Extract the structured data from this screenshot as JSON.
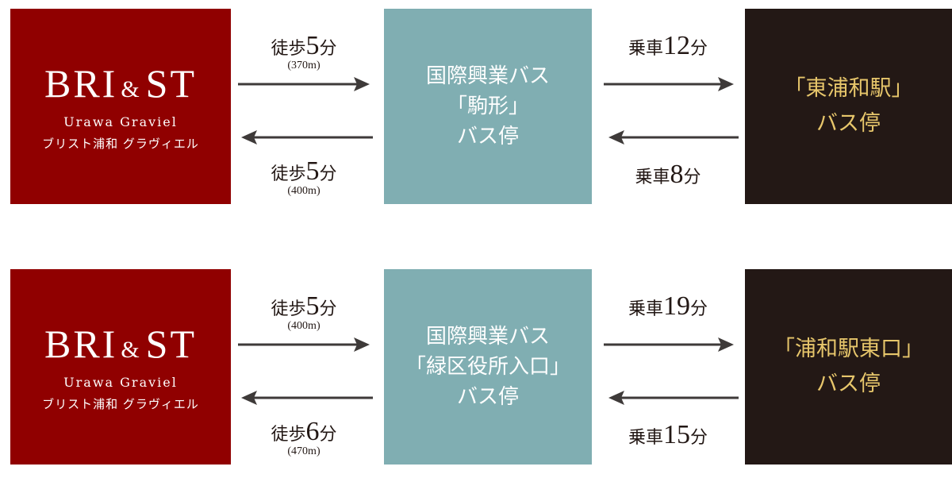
{
  "rows": [
    {
      "brand": {
        "logo_left": "BRI",
        "logo_amp": "&",
        "logo_right": "ST",
        "sub": "Urawa Graviel",
        "kana": "ブリスト浦和 グラヴィエル"
      },
      "walk_out": {
        "prefix": "徒歩",
        "minutes": "5",
        "unit": "分",
        "distance": "(370m)"
      },
      "walk_back": {
        "prefix": "徒歩",
        "minutes": "5",
        "unit": "分",
        "distance": "(400m)"
      },
      "stop": {
        "line1": "国際興業バス",
        "line2": "「駒形」",
        "line3": "バス停"
      },
      "ride_out": {
        "prefix": "乗車",
        "minutes": "12",
        "unit": "分"
      },
      "ride_back": {
        "prefix": "乗車",
        "minutes": "8",
        "unit": "分"
      },
      "dest": {
        "line1": "「東浦和駅」",
        "line2": "バス停"
      }
    },
    {
      "brand": {
        "logo_left": "BRI",
        "logo_amp": "&",
        "logo_right": "ST",
        "sub": "Urawa Graviel",
        "kana": "ブリスト浦和 グラヴィエル"
      },
      "walk_out": {
        "prefix": "徒歩",
        "minutes": "5",
        "unit": "分",
        "distance": "(400m)"
      },
      "walk_back": {
        "prefix": "徒歩",
        "minutes": "6",
        "unit": "分",
        "distance": "(470m)"
      },
      "stop": {
        "line1": "国際興業バス",
        "line2": "「緑区役所入口」",
        "line3": "バス停"
      },
      "ride_out": {
        "prefix": "乗車",
        "minutes": "19",
        "unit": "分"
      },
      "ride_back": {
        "prefix": "乗車",
        "minutes": "15",
        "unit": "分"
      },
      "dest": {
        "line1": "「浦和駅東口」",
        "line2": "バス停"
      }
    }
  ],
  "colors": {
    "brand_bg": "#900000",
    "stop_bg": "#80aeb2",
    "dest_bg": "#231815",
    "dest_text": "#e7c66b",
    "arrow": "#3e3a39"
  },
  "icons": {
    "right_arrow": "arrow-right-icon",
    "left_arrow": "arrow-left-icon"
  }
}
